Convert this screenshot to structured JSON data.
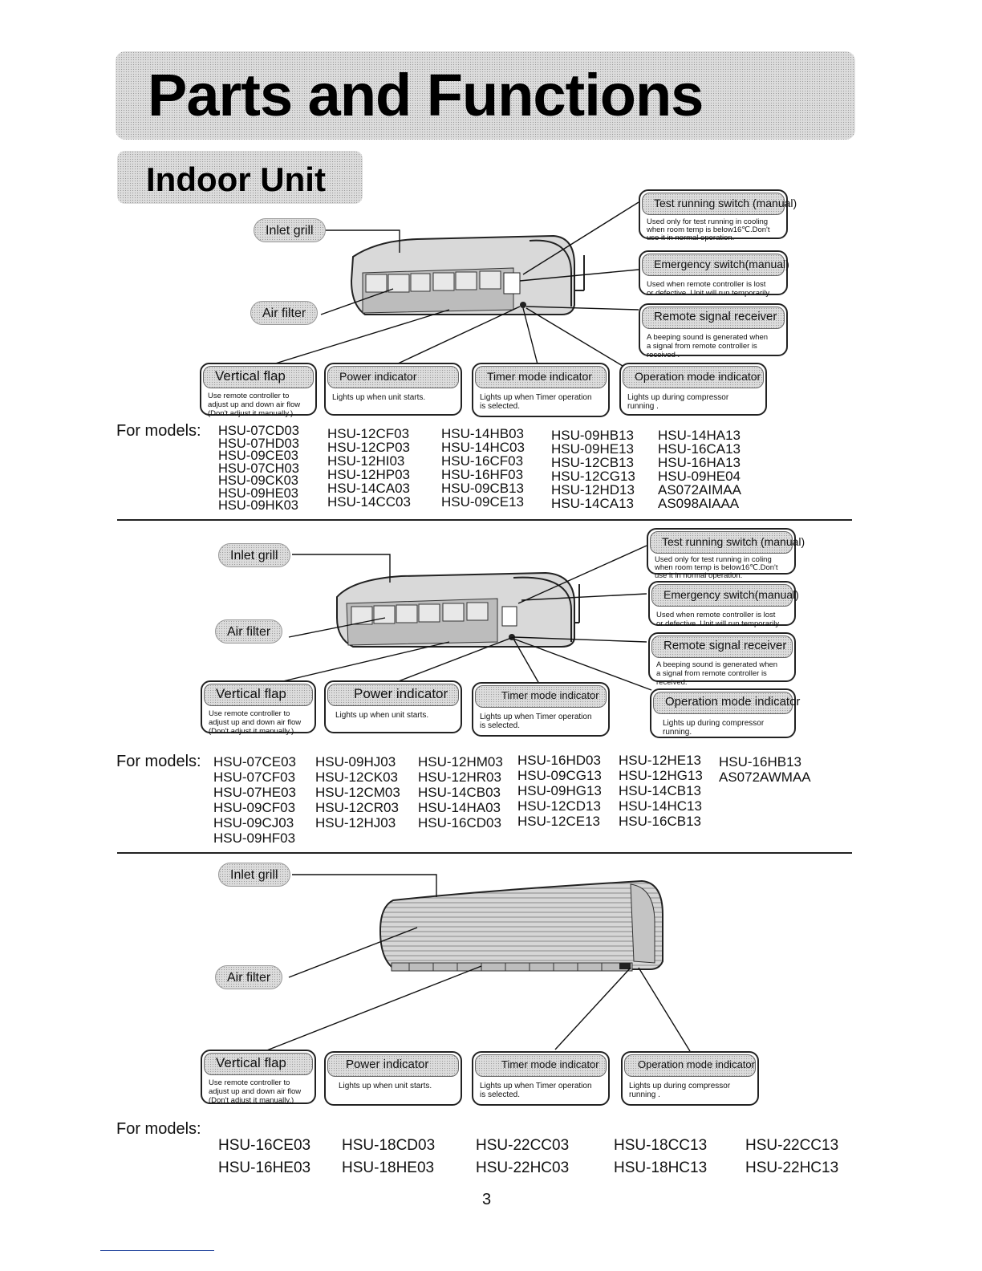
{
  "page": {
    "title": "Parts and Functions",
    "section": "Indoor Unit",
    "page_number": "3"
  },
  "labels": {
    "inlet_grill": "Inlet grill",
    "air_filter": "Air filter",
    "vertical_flap": "Vertical flap",
    "vertical_flap_desc": "Use remote controller to\nadjust up and down air flow\n(Don't adjust it manually.)",
    "power_indicator": "Power indicator",
    "power_desc": "Lights up when unit starts.",
    "power_desc3": "Lights up when  unit starts.",
    "timer_indicator": "Timer mode indicator",
    "timer_desc": "Lights up when Timer operation\nis selected.",
    "operation_indicator": "Operation mode indicator",
    "operation_desc": "Lights up during compressor\nrunning .",
    "operation_desc2": "Lights up during compressor\nrunning.",
    "test_switch": "Test running switch (manual)",
    "test_desc1": "Used only for test running in cooling\nwhen room temp is below16℃.Don't\nuse it in normal operation.",
    "test_desc2": "Used only for test running in coling\nwhen room temp is below16℃.Don't\nuse it in normal operation.",
    "emergency_switch": "Emergency switch(manual)",
    "emergency_desc": "Used when remote controller is lost\nor defective .Unit will run temporarily",
    "remote_receiver": "Remote signal receiver",
    "remote_desc1": "A beeping sound is generated when\na signal from remote controller is\nreceived .",
    "remote_desc2": "A beeping sound is generated when\na signal from remote controller is\nreceived.",
    "for_models": "For models:"
  },
  "models_1": [
    "HSU-07CD03\nHSU-07HD03\nHSU-09CE03\nHSU-07CH03\nHSU-09CK03\nHSU-09HE03\nHSU-09HK03",
    "HSU-12CF03\nHSU-12CP03\nHSU-12HI03\nHSU-12HP03\nHSU-14CA03\nHSU-14CC03",
    "HSU-14HB03\nHSU-14HC03\nHSU-16CF03\nHSU-16HF03\nHSU-09CB13\nHSU-09CE13",
    "HSU-09HB13\nHSU-09HE13\nHSU-12CB13\nHSU-12CG13\nHSU-12HD13\nHSU-14CA13",
    "HSU-14HA13\nHSU-16CA13\nHSU-16HA13\nHSU-09HE04\nAS072AIMAA\nAS098AIAAA"
  ],
  "models_2": [
    "HSU-07CE03\nHSU-07CF03\nHSU-07HE03\nHSU-09CF03\nHSU-09CJ03\nHSU-09HF03",
    "HSU-09HJ03\nHSU-12CK03\nHSU-12CM03\nHSU-12CR03\nHSU-12HJ03",
    "HSU-12HM03\nHSU-12HR03\nHSU-14CB03\nHSU-14HA03\nHSU-16CD03",
    "HSU-16HD03\nHSU-09CG13\nHSU-09HG13\nHSU-12CD13\nHSU-12CE13",
    "HSU-12HE13\nHSU-12HG13\nHSU-14CB13\nHSU-14HC13\nHSU-16CB13",
    "HSU-16HB13\nAS072AWMAA"
  ],
  "models_3": [
    "HSU-16CE03\nHSU-16HE03",
    "HSU-18CD03\nHSU-18HE03",
    "HSU-22CC03\nHSU-22HC03",
    "HSU-18CC13\nHSU-18HC13",
    "HSU-22CC13\nHSU-22HC13"
  ]
}
